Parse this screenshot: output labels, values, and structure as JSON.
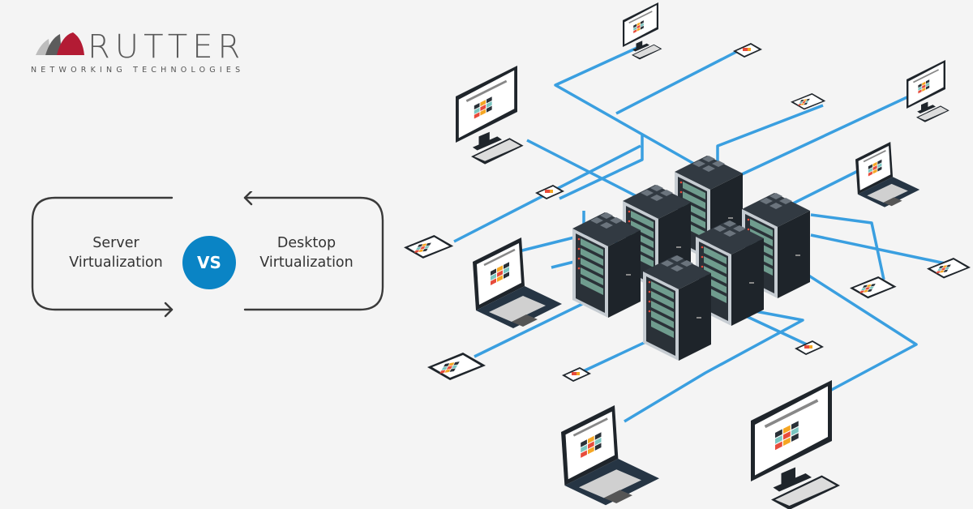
{
  "brand": {
    "name": "RUTTER",
    "tagline": "NETWORKING TECHNOLOGIES",
    "colors": {
      "mark_red": "#b31b34",
      "mark_gray": "#5a5a5a",
      "mark_light": "#b8b8b8",
      "text": "#5a5a5a"
    }
  },
  "comparison": {
    "left_label_line1": "Server",
    "left_label_line2": "Virtualization",
    "vs_label": "VS",
    "right_label_line1": "Desktop",
    "right_label_line2": "Virtualization",
    "accent": "#0a84c5",
    "icons": [
      "cycle-arrow-right-icon",
      "cycle-arrow-left-icon"
    ]
  },
  "illustration": {
    "title": "network-diagram",
    "cable_color": "#3a9fe0",
    "server_color": "#2a3138",
    "device_types": [
      "server-rack",
      "desktop-monitor",
      "laptop",
      "tablet",
      "smartphone"
    ],
    "tile_colors": [
      "#2a3138",
      "#f5a623",
      "#7ac6c1",
      "#e74c3c"
    ]
  }
}
